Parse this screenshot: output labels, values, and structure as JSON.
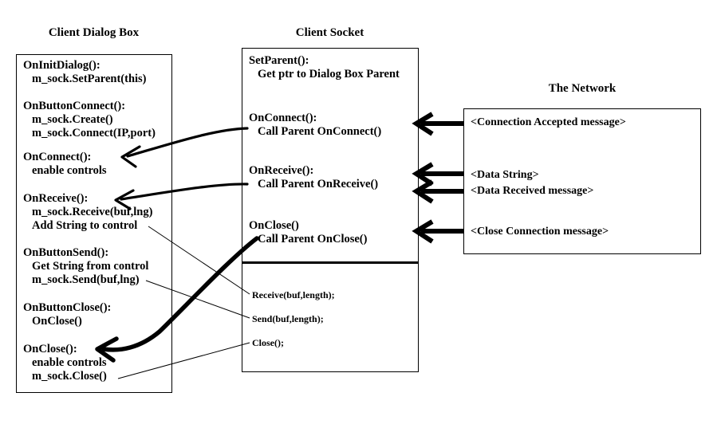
{
  "diagram": {
    "title_dialog": "Client Dialog Box",
    "title_socket": "Client Socket",
    "title_network": "The Network"
  },
  "dialog_box": {
    "lines": [
      {
        "text": "OnInitDialog():",
        "indent": 0
      },
      {
        "text": "m_sock.SetParent(this)",
        "indent": 1
      },
      {
        "text": "OnButtonConnect():",
        "indent": 0
      },
      {
        "text": "m_sock.Create()",
        "indent": 1
      },
      {
        "text": "m_sock.Connect(IP,port)",
        "indent": 1
      },
      {
        "text": "OnConnect():",
        "indent": 0
      },
      {
        "text": "enable controls",
        "indent": 1
      },
      {
        "text": "OnReceive():",
        "indent": 0
      },
      {
        "text": "m_sock.Receive(buf,lng)",
        "indent": 1
      },
      {
        "text": "Add String to control",
        "indent": 1
      },
      {
        "text": "OnButtonSend():",
        "indent": 0
      },
      {
        "text": "Get String from control",
        "indent": 1
      },
      {
        "text": "m_sock.Send(buf,lng)",
        "indent": 1
      },
      {
        "text": "OnButtonClose():",
        "indent": 0
      },
      {
        "text": "OnClose()",
        "indent": 1
      },
      {
        "text": "OnClose():",
        "indent": 0
      },
      {
        "text": "enable controls",
        "indent": 1
      },
      {
        "text": "m_sock.Close()",
        "indent": 1
      }
    ]
  },
  "socket_box": {
    "upper_lines": [
      {
        "text": "SetParent():",
        "indent": 0
      },
      {
        "text": "Get ptr to Dialog Box Parent",
        "indent": 1
      },
      {
        "text": "OnConnect():",
        "indent": 0
      },
      {
        "text": "Call Parent OnConnect()",
        "indent": 1
      },
      {
        "text": "OnReceive():",
        "indent": 0
      },
      {
        "text": "Call Parent OnReceive()",
        "indent": 1
      },
      {
        "text": "OnClose()",
        "indent": 0
      },
      {
        "text": "Call Parent OnClose()",
        "indent": 1
      }
    ],
    "lower_lines": [
      {
        "text": "Receive(buf,length);"
      },
      {
        "text": "Send(buf,length);"
      },
      {
        "text": "Close();"
      }
    ]
  },
  "network_box": {
    "messages": [
      "<Connection Accepted message>",
      "<Data String>",
      "<Data Received message>",
      "<Close Connection message>"
    ]
  },
  "style": {
    "stroke": "#000000",
    "background": "#ffffff"
  }
}
